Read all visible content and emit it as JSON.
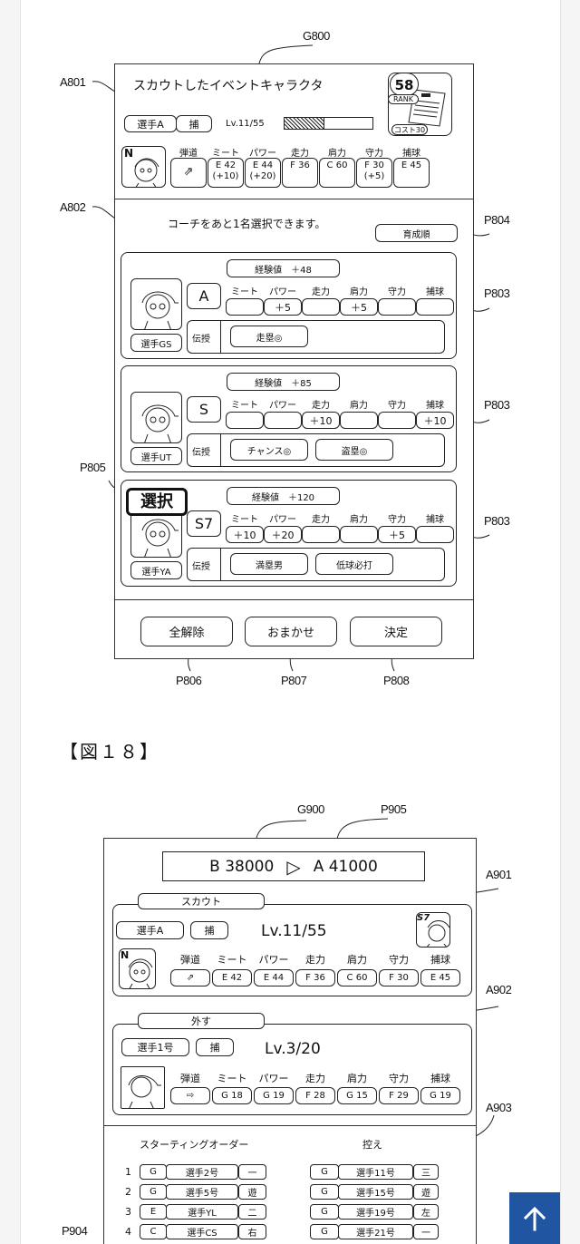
{
  "fig17": {
    "refs": {
      "screen": "G800",
      "header_area": "A801",
      "coach_area": "A802",
      "coach_card": "P803",
      "sort_button": "P804",
      "select_badge": "P805",
      "clear_all": "P806",
      "auto": "P807",
      "confirm": "P808"
    },
    "title": "スカウトしたイベントキャラクタ",
    "player": {
      "name": "選手A",
      "position": "捕",
      "level": "Lv.11/55",
      "level_progress": 0.45,
      "rarity": "N",
      "rank_value": "58",
      "rank_label": "RANK",
      "cost": "コスト30",
      "stat_headers": [
        "弾道",
        "ミート",
        "パワー",
        "走力",
        "肩力",
        "守力",
        "捕球"
      ],
      "stats": [
        {
          "value": "⇗",
          "bonus": ""
        },
        {
          "value": "E 42",
          "bonus": "(+10)"
        },
        {
          "value": "E 44",
          "bonus": "(+20)"
        },
        {
          "value": "F 36",
          "bonus": ""
        },
        {
          "value": "C 60",
          "bonus": ""
        },
        {
          "value": "F 30",
          "bonus": "(+5)"
        },
        {
          "value": "E 45",
          "bonus": ""
        }
      ]
    },
    "coach_message": "コーチをあと1名選択できます。",
    "sort_label": "育成順",
    "coach_stat_headers": [
      "ミート",
      "パワー",
      "走力",
      "肩力",
      "守力",
      "捕球"
    ],
    "teach_label": "伝授",
    "coaches": [
      {
        "name": "選手GS",
        "grade": "A",
        "exp": "経験値　＋48",
        "bonuses": [
          "",
          "＋5",
          "",
          "＋5",
          "",
          ""
        ],
        "skills": [
          "走塁◎"
        ],
        "selected": false
      },
      {
        "name": "選手UT",
        "grade": "S",
        "exp": "経験値　＋85",
        "bonuses": [
          "",
          "",
          "＋10",
          "",
          "",
          "＋10"
        ],
        "skills": [
          "チャンス◎",
          "盗塁◎"
        ],
        "selected": false
      },
      {
        "name": "選手YA",
        "grade": "S7",
        "exp": "経験値　＋120",
        "bonuses": [
          "＋10",
          "＋20",
          "",
          "",
          "＋5",
          ""
        ],
        "skills": [
          "満塁男",
          "低球必打"
        ],
        "selected": true
      }
    ],
    "select_label": "選択",
    "buttons": {
      "clear_all": "全解除",
      "auto": "おまかせ",
      "confirm": "決定"
    }
  },
  "fig18_title": "【図１８】",
  "fig18": {
    "refs": {
      "screen": "G900",
      "score": "P905",
      "scout_area": "A901",
      "remove_area": "A902",
      "order_area": "A903",
      "order_list": "P904"
    },
    "score_from": "B 38000",
    "score_arrow": "▷",
    "score_to": "A 41000",
    "scout": {
      "tab": "スカウト",
      "name": "選手A",
      "position": "捕",
      "level": "Lv.11/55",
      "rarity": "N",
      "coach_grade": "S7",
      "stat_headers": [
        "弾道",
        "ミート",
        "パワー",
        "走力",
        "肩力",
        "守力",
        "捕球"
      ],
      "stats": [
        "⇗",
        "E 42",
        "E 44",
        "F 36",
        "C 60",
        "F 30",
        "E 45"
      ]
    },
    "remove": {
      "tab": "外す",
      "name": "選手1号",
      "position": "捕",
      "level": "Lv.3/20",
      "stat_headers": [
        "弾道",
        "ミート",
        "パワー",
        "走力",
        "肩力",
        "守力",
        "捕球"
      ],
      "stats": [
        "⇨",
        "G 18",
        "G 19",
        "F 28",
        "G 15",
        "F 29",
        "G 19"
      ]
    },
    "starting_order_title": "スターティングオーダー",
    "bench_title": "控え",
    "starting_order": [
      {
        "num": "1",
        "grade": "G",
        "name": "選手2号",
        "pos": "一"
      },
      {
        "num": "2",
        "grade": "G",
        "name": "選手5号",
        "pos": "遊"
      },
      {
        "num": "3",
        "grade": "E",
        "name": "選手YL",
        "pos": "二"
      },
      {
        "num": "4",
        "grade": "C",
        "name": "選手CS",
        "pos": "右"
      }
    ],
    "bench": [
      {
        "grade": "G",
        "name": "選手11号",
        "pos": "三"
      },
      {
        "grade": "G",
        "name": "選手15号",
        "pos": "遊"
      },
      {
        "grade": "G",
        "name": "選手19号",
        "pos": "左"
      },
      {
        "grade": "G",
        "name": "選手21号",
        "pos": "一"
      }
    ]
  },
  "scroll_top_icon": "arrow-up-icon"
}
